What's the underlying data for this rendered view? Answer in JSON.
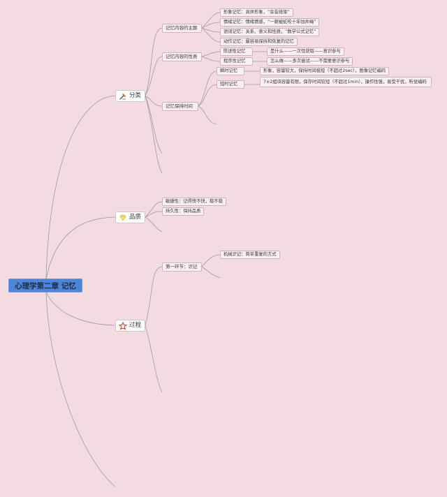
{
  "root": "心理学第二章 记忆",
  "branches": {
    "fenlei": {
      "label": "分类",
      "icon": "tools-icon",
      "content": {
        "label": "记忆内容的主题",
        "items": [
          "形象记忆：具体形象，“余音绕梁”",
          "情绪记忆：情绪情感，“一朝被蛇咬十年怕井绳”",
          "语词记忆：关系、意义和性质，“数学公式记忆”",
          "动作记忆：最容易保持和恢复的记忆"
        ]
      },
      "nature": {
        "label": "记忆内容的性质",
        "items": [
          {
            "label": "陈述性记忆",
            "detail": "是什么——一次性获取——意识参与"
          },
          {
            "label": "程序性记忆",
            "detail": "怎么做——多次尝试——不需要意识参与"
          }
        ]
      },
      "duration": {
        "label": "记忆保持时间",
        "items": [
          {
            "label": "瞬时记忆",
            "detail": "形象，容量较大，保持时间极短（不超过2sec），图像记忆编码"
          },
          {
            "label": "短时记忆",
            "detail": "7±2组块容量有限，保存时间较短（不超过1min），操作性强，易受干扰，听觉编码"
          }
        ]
      }
    },
    "pinzhi": {
      "label": "品质",
      "icon": "diamond-icon",
      "items": [
        "敏捷性：记得快不快，稳不稳",
        "持久性：保持品质"
      ]
    },
    "guocheng": {
      "label": "过程",
      "icon": "star-icon",
      "step": {
        "label": "第一环节：识记",
        "items": [
          "机械识记：简单重复的方式"
        ]
      }
    }
  },
  "colors": {
    "background": "#f4dbe1",
    "root_fill": "#4d86d8",
    "line": "#9c9c9c"
  }
}
